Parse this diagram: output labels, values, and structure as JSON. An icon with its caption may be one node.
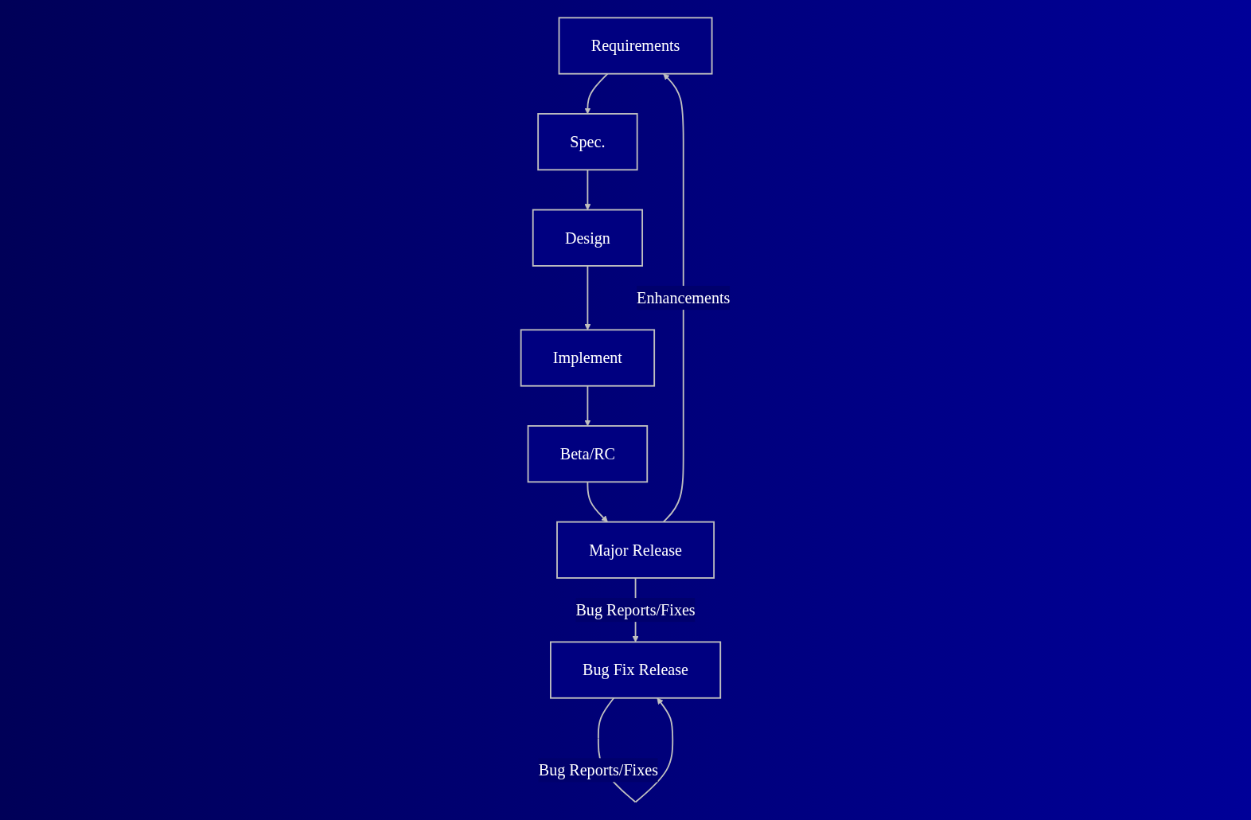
{
  "diagram": {
    "nodes": [
      {
        "text": [
          "Requirements"
        ]
      },
      {
        "text": [
          "Spec."
        ]
      },
      {
        "text": [
          "Design"
        ]
      },
      {
        "text": [
          "Implement"
        ]
      },
      {
        "text": [
          "Beta/RC"
        ]
      },
      {
        "text": [
          "Major Release"
        ]
      },
      {
        "text": [
          "Bug Fix Release"
        ]
      }
    ],
    "edges": [
      {
        "from": 0,
        "to": 1,
        "arrow": "to"
      },
      {
        "from": 1,
        "to": 2,
        "arrow": "to"
      },
      {
        "from": 2,
        "to": 3,
        "arrow": "to"
      },
      {
        "from": 3,
        "to": 4,
        "arrow": "to"
      },
      {
        "from": 4,
        "to": 5,
        "arrow": "to"
      },
      {
        "from": 5,
        "to": 0,
        "label": "Enhancements",
        "arrow": "to"
      },
      {
        "from": 5,
        "to": 6,
        "label": "Bug Reports/Fixes",
        "arrow": "to"
      },
      {
        "from": 6,
        "to": 6,
        "label": "Bug Reports/Fixes",
        "arrow": "to"
      }
    ]
  }
}
